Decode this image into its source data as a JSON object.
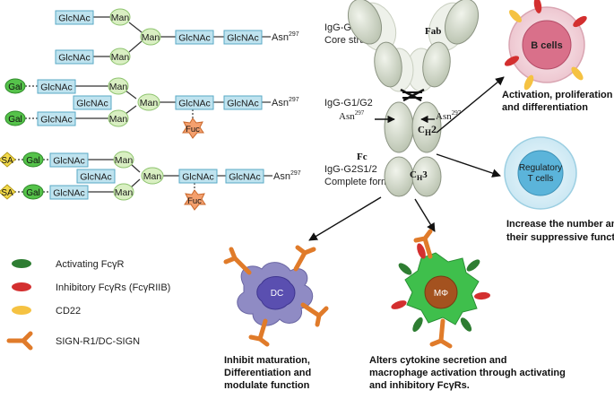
{
  "glycan": {
    "glcnac": "GlcNAc",
    "man": "Man",
    "gal": "Gal",
    "sa": "SA",
    "fuc": "Fuc",
    "asn": "Asn",
    "asn_sup": "297"
  },
  "structures": [
    {
      "name": "IgG-G0",
      "desc": "Core structure"
    },
    {
      "name": "IgG-G1/G2",
      "desc": ""
    },
    {
      "name": "IgG-G2S1/2",
      "desc": "Complete form"
    }
  ],
  "antibody": {
    "fab": "Fab",
    "fc": "Fc",
    "ch2": "C",
    "ch2_sub": "H",
    "ch2_num": "2",
    "ch3": "C",
    "ch3_sub": "H",
    "ch3_num": "3",
    "asn": "Asn",
    "asn_sup": "297"
  },
  "cells": {
    "bcell": {
      "label": "B cells",
      "effect_line1": "Activation,  proliferation",
      "effect_line2": "and differentiation"
    },
    "treg": {
      "label_line1": "Regulatory",
      "label_line2": "T cells",
      "effect_line1": "Increase the number and",
      "effect_line2": "their suppressive function"
    },
    "dc": {
      "label": "DC",
      "effect_line1": "Inhibit maturation,",
      "effect_line2": "Differentiation and",
      "effect_line3": "modulate function"
    },
    "macrophage": {
      "label": "MΦ",
      "effect_line1": "Alters cytokine  secretion and",
      "effect_line2": "macrophage activation through activating",
      "effect_line3": "and inhibitory FcγRs."
    }
  },
  "legend": [
    {
      "label": "Activating FcγR",
      "color": "#2e7d32"
    },
    {
      "label": "Inhibitory FcγRs (FcγRIIB)",
      "color": "#d32f2f"
    },
    {
      "label": "CD22",
      "color": "#f5c242"
    },
    {
      "label": "SIGN-R1/DC-SIGN",
      "color": "#e07b2a"
    }
  ],
  "colors": {
    "glcnac_fill": "#bfe3ef",
    "man_fill": "#d9efc2",
    "gal_fill": "#55c24a",
    "sa_fill": "#f2d94a",
    "fuc_fill": "#f4a06e",
    "antibody_fill": "#dde3d6",
    "bcell_outer": "#f3d6dc",
    "bcell_inner": "#d9708a",
    "treg_outer": "#d6eef7",
    "treg_inner": "#5bb4da",
    "dc_body": "#8f8bc4",
    "dc_nucleus": "#5a4fb0",
    "mac_body": "#3fbf4c",
    "mac_nucleus": "#a4521f"
  }
}
